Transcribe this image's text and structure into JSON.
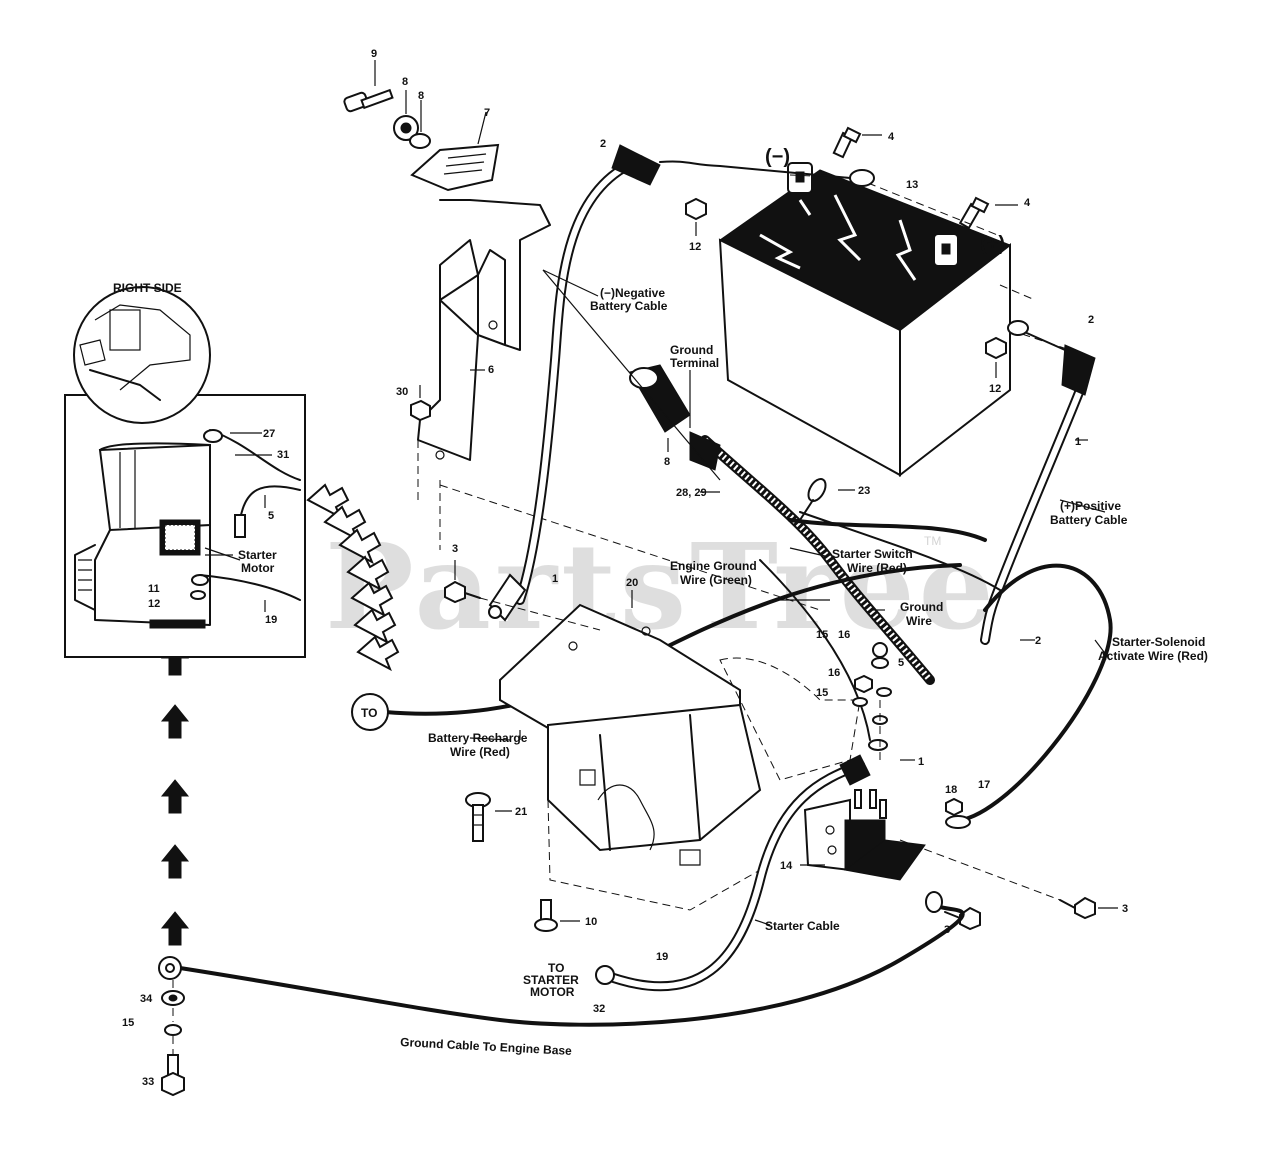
{
  "watermark": {
    "text": "PartsTree",
    "trademark": "TM"
  },
  "signs": {
    "negative": "(−)",
    "positive": "(+)"
  },
  "labels": {
    "right_side": "RIGHT SIDE",
    "neg_cable_1": "(−)Negative",
    "neg_cable_2": "Battery Cable",
    "ground_terminal_1": "Ground",
    "ground_terminal_2": "Terminal",
    "pos_cable_1": "(+)Positive",
    "pos_cable_2": "Battery Cable",
    "starter_switch_1": "Starter Switch",
    "starter_switch_2": "Wire (Red)",
    "engine_ground_1": "Engine Ground",
    "engine_ground_2": "Wire (Green)",
    "ground_wire_1": "Ground",
    "ground_wire_2": "Wire",
    "solenoid_wire_1": "Starter-Solenoid",
    "solenoid_wire_2": "Activate Wire (Red)",
    "starter_motor_1": "Starter",
    "starter_motor_2": "Motor",
    "to_marker": "TO",
    "recharge_1": "Battery Recharge",
    "recharge_2": "Wire (Red)",
    "starter_cable": "Starter Cable",
    "to_starter_1": "TO",
    "to_starter_2": "STARTER",
    "to_starter_3": "MOTOR",
    "ground_cable_engine": "Ground Cable To Engine Base"
  },
  "callouts": {
    "c9": "9",
    "c8a": "8",
    "c8b": "8",
    "c7": "7",
    "c2a": "2",
    "c4a": "4",
    "c4b": "4",
    "c13": "13",
    "c12a": "12",
    "c12b": "12",
    "c2b": "2",
    "c6": "6",
    "c30": "30",
    "c8c": "8",
    "c1a": "1",
    "c28": "28, 29",
    "c23": "23",
    "c27": "27",
    "c31": "31",
    "c5a": "5",
    "c11": "11",
    "c12c": "12",
    "c19a": "19",
    "c3a": "3",
    "c1b": "1",
    "c20": "20",
    "c15a": "15",
    "c16a": "16",
    "c16b": "16",
    "c5b": "5",
    "c15b": "15",
    "c2c": "2",
    "c1c": "1",
    "c18": "18",
    "c17": "17",
    "c21": "21",
    "c14": "14",
    "c3b": "3",
    "c3c": "3",
    "c10": "10",
    "c19b": "19",
    "c32": "32",
    "c34": "34",
    "c15c": "15",
    "c33": "33"
  }
}
